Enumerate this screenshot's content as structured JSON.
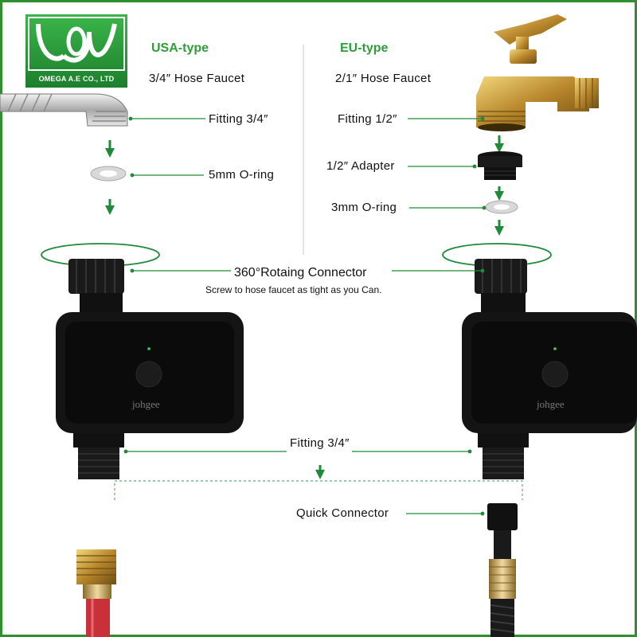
{
  "logo": {
    "company": "OMEGA A.E CO., LTD"
  },
  "usa": {
    "heading": "USA-type",
    "faucet": "3/4″ Hose Faucet",
    "fitting": "Fitting 3/4″",
    "oring": "5mm O-ring"
  },
  "eu": {
    "heading": "EU-type",
    "faucet": "2/1″ Hose Faucet",
    "fitting": "Fitting 1/2″",
    "adapter": "1/2″ Adapter",
    "oring": "3mm O-ring"
  },
  "connector": {
    "title": "360°Rotaing Connector",
    "subtitle": "Screw to hose faucet as tight as you Can."
  },
  "bottom": {
    "fitting": "Fitting 3/4″",
    "quick": "Quick Connector"
  },
  "device_brand": "johgee",
  "colors": {
    "accent_green": "#2f9e3a",
    "device_body": "#141414",
    "hose_red": "#c8303a"
  }
}
